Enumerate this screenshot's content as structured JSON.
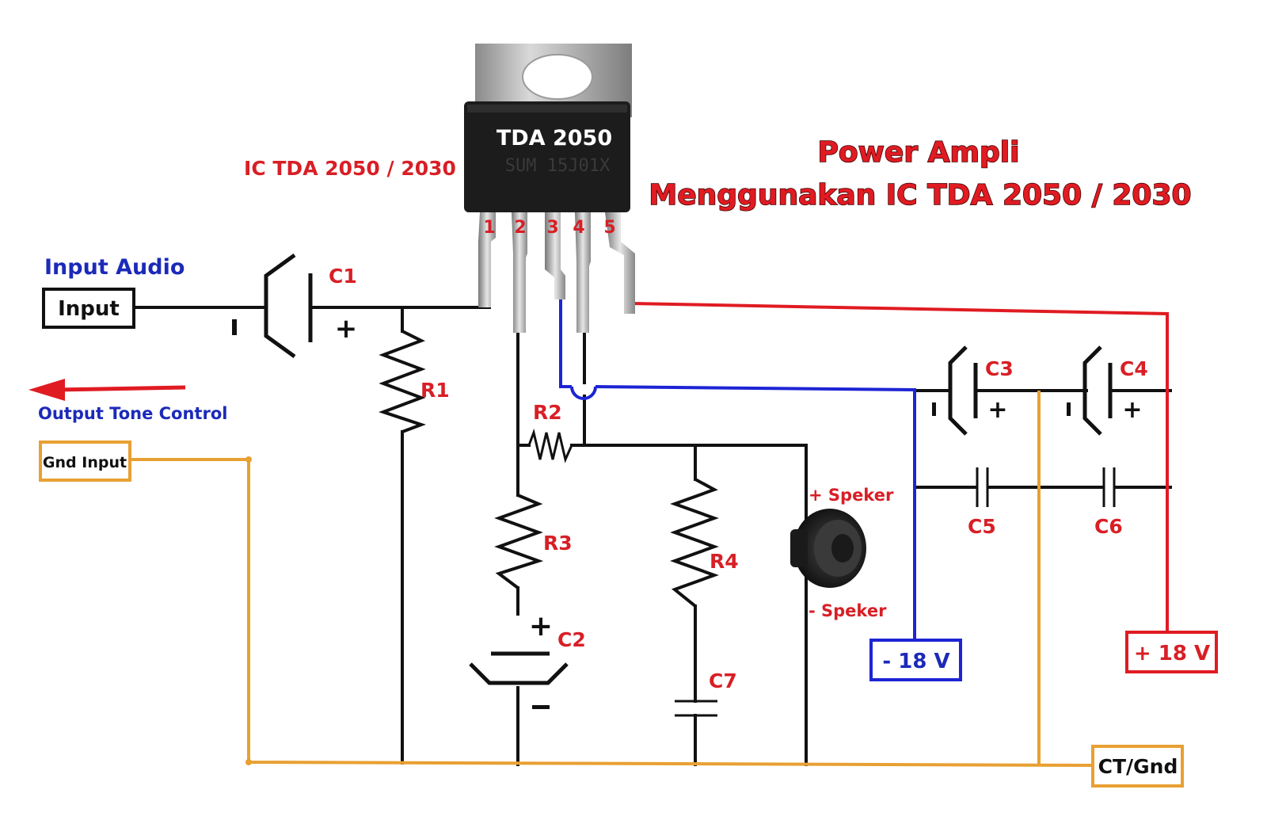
{
  "title": {
    "line1": "Power Ampli",
    "line2": "Menggunakan IC TDA 2050 / 2030"
  },
  "ic": {
    "marking": "TDA 2050",
    "code": "SUM 15J01X",
    "label": "IC TDA 2050 / 2030",
    "pins": [
      "1",
      "2",
      "3",
      "4",
      "5"
    ]
  },
  "input_section": {
    "heading": "Input Audio",
    "input_box": "Input",
    "output_tone": "Output Tone Control",
    "gnd_input": "Gnd Input"
  },
  "components": {
    "C1": "C1",
    "C2": "C2",
    "C3": "C3",
    "C4": "C4",
    "C5": "C5",
    "C6": "C6",
    "C7": "C7",
    "R1": "R1",
    "R2": "R2",
    "R3": "R3",
    "R4": "R4"
  },
  "polarity": {
    "plus": "+",
    "minus": "-"
  },
  "speaker": {
    "plus": "+ Speker",
    "minus": "- Speker"
  },
  "power": {
    "neg": "- 18 V",
    "pos": "+ 18 V",
    "gnd": "CT/Gnd"
  },
  "colors": {
    "red_text": "#d81f26",
    "blue_text": "#1c2ab8",
    "wire_red": "#e01b22",
    "wire_blue": "#1d24d4",
    "wire_orange": "#e8a033"
  }
}
